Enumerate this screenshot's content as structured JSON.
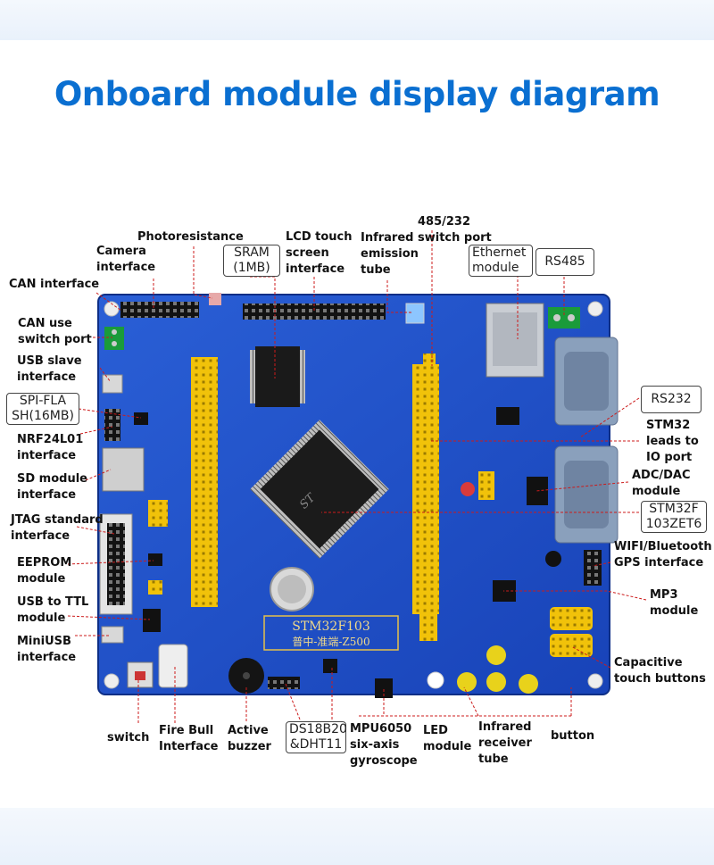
{
  "title": "Onboard module display diagram",
  "board": {
    "silkscreen_main": "STM32F103",
    "silkscreen_sub": "普中-准端-Z500",
    "chip_marking": "ST"
  },
  "labels": {
    "photoresistance": "Photoresistance",
    "lcd_touch": [
      "LCD touch",
      "screen",
      "interface"
    ],
    "rs485_top": [
      "485/232"
    ],
    "infrared_switch": [
      "Infrared switch port",
      "emission",
      "tube"
    ],
    "camera": [
      "Camera",
      "interface"
    ],
    "sram": [
      "SRAM",
      "(1MB)"
    ],
    "ethernet": [
      "Ethernet",
      "module"
    ],
    "rs485": "RS485",
    "can": "CAN interface",
    "can_switch": [
      "CAN use",
      "switch port"
    ],
    "usb_slave": [
      "USB slave",
      "interface"
    ],
    "spi_flash": [
      "SPI-FLA",
      "SH(16MB)"
    ],
    "nrf": [
      "NRF24L01",
      "interface"
    ],
    "sd": [
      "SD module",
      "interface"
    ],
    "jtag": [
      "JTAG standard",
      "interface"
    ],
    "eeprom": [
      "EEPROM",
      "module"
    ],
    "usb_ttl": [
      "USB to TTL",
      "module"
    ],
    "miniusb": [
      "MiniUSB",
      "interface"
    ],
    "rs232": "RS232",
    "stm32_leads": [
      "STM32",
      "leads to",
      "IO port"
    ],
    "adc_dac": [
      "ADC/DAC",
      "module"
    ],
    "stm32f": [
      "STM32F",
      "103ZET6"
    ],
    "wifi": [
      "WIFI/Bluetooth",
      "GPS interface"
    ],
    "mp3": [
      "MP3",
      "module"
    ],
    "capacitive": [
      "Capacitive",
      "touch buttons"
    ],
    "switch": "switch",
    "fire_bull": [
      "Fire Bull",
      "Interface"
    ],
    "buzzer": [
      "Active",
      "buzzer"
    ],
    "ds18b20": [
      "DS18B20",
      "&DHT11"
    ],
    "mpu6050": [
      "MPU6050",
      "six-axis",
      "gyroscope"
    ],
    "led": [
      "LED",
      "module"
    ],
    "infrared_rx": [
      "Infrared",
      "receiver",
      "tube"
    ],
    "button": "button"
  },
  "colors": {
    "title": "#0a6fd1",
    "board": "#1e4fc9",
    "leader": "#cc1b1b",
    "header_yellow": "#f1c20a"
  }
}
